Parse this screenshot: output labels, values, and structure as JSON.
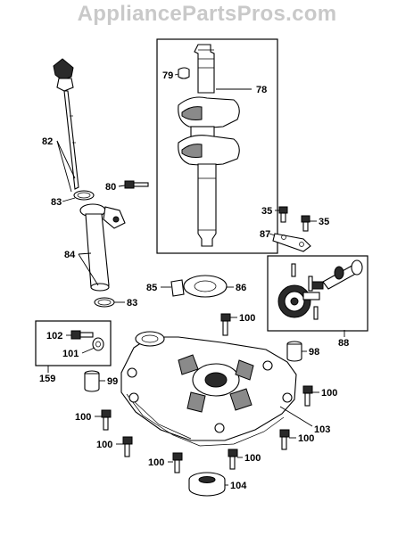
{
  "watermark": "AppliancePartsPros.com",
  "callouts": {
    "c78": "78",
    "c79": "79",
    "c82": "82",
    "c80": "80",
    "c83a": "83",
    "c35a": "35",
    "c35b": "35",
    "c87": "87",
    "c84": "84",
    "c85": "85",
    "c86": "86",
    "c83b": "83",
    "c100a": "100",
    "c88": "88",
    "c102": "102",
    "c101": "101",
    "c98": "98",
    "c159": "159",
    "c99": "99",
    "c100b": "100",
    "c103": "103",
    "c100c": "100",
    "c100d": "100",
    "c100e": "100",
    "c100f": "100",
    "c100g": "100",
    "c104": "104"
  }
}
